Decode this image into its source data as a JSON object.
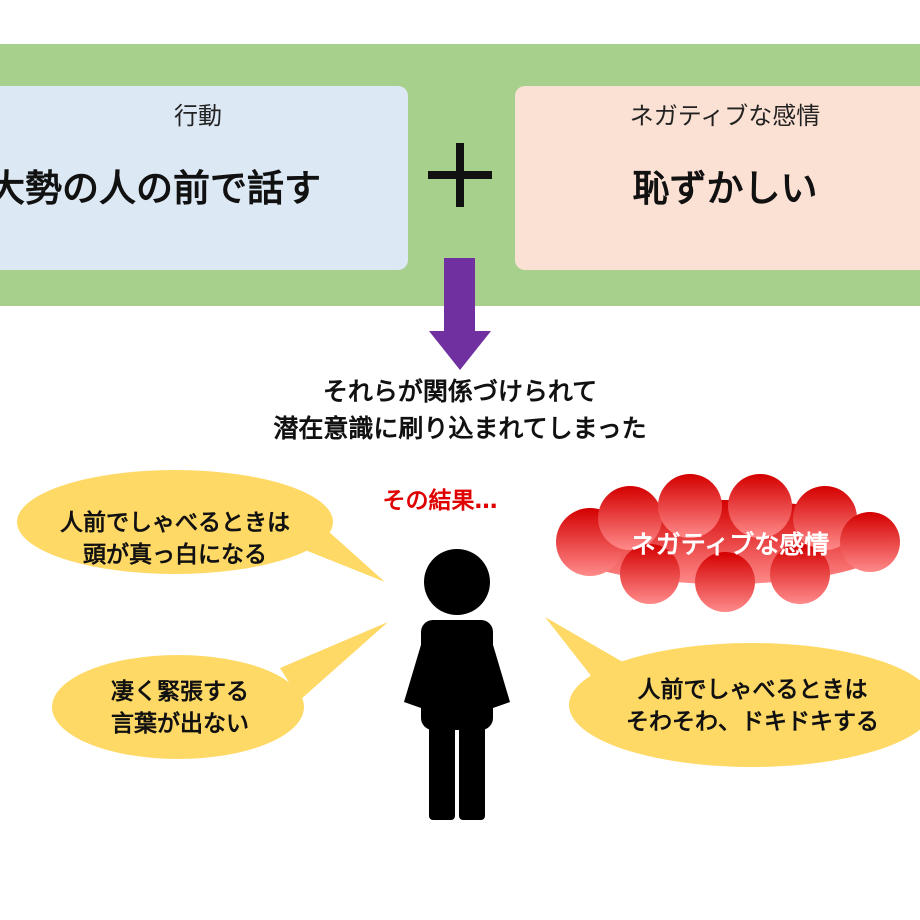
{
  "top": {
    "action_label": "行動",
    "action_text": "大勢の人の前で話す",
    "emotion_label": "ネガティブな感情",
    "emotion_text": "恥ずかしい"
  },
  "cause": {
    "line1": "それらが関係づけられて",
    "line2": "潜在意識に刷り込まれてしまった"
  },
  "result_label": "その結果…",
  "bubbles": {
    "top_left": [
      "人前でしゃべるときは",
      "頭が真っ白になる"
    ],
    "bottom_left": [
      "凄く緊張する",
      "言葉が出ない"
    ],
    "right": [
      "人前でしゃべるときは",
      "そわそわ、ドキドキする"
    ],
    "cloud": "ネガティブな感情"
  },
  "colors": {
    "band": "#a8d08d",
    "action_box": "#dde8f5",
    "emotion_box": "#fbe1d4",
    "arrow": "#7030a0",
    "bubble": "#ffd966",
    "cloud_top": "#e00000",
    "cloud_bottom": "#ff8080",
    "result_text": "#e00000"
  }
}
